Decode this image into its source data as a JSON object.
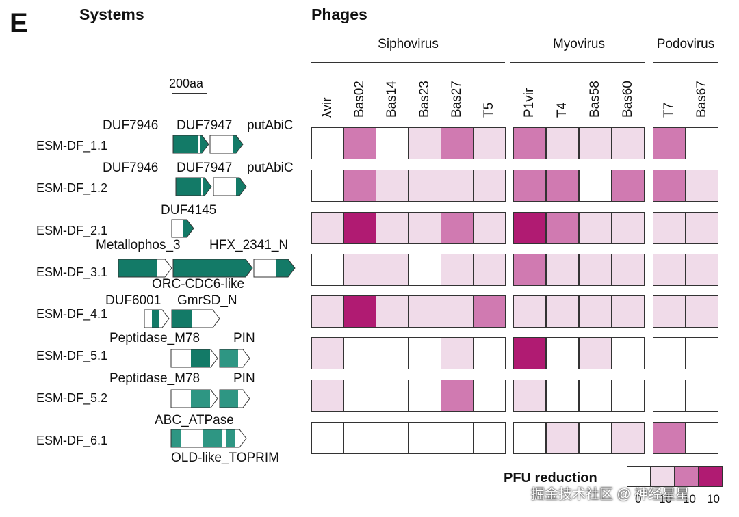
{
  "panel_letter": "E",
  "headers": {
    "systems": "Systems",
    "phages": "Phages"
  },
  "scale_label": "200aa",
  "phage_groups": [
    {
      "name": "Siphovirus",
      "phages": [
        "λvir",
        "Bas02",
        "Bas14",
        "Bas23",
        "Bas27",
        "T5"
      ]
    },
    {
      "name": "Myovirus",
      "phages": [
        "P1vir",
        "T4",
        "Bas58",
        "Bas60"
      ]
    },
    {
      "name": "Podovirus",
      "phages": [
        "T7",
        "Bas67"
      ]
    }
  ],
  "systems": [
    {
      "name": "ESM-DF_1.1",
      "labels_above": [
        "DUF7946",
        "DUF7947",
        "putAbiC"
      ],
      "labels_below": [],
      "levels": [
        0,
        2,
        0,
        1,
        2,
        1,
        2,
        1,
        1,
        1,
        2,
        0
      ]
    },
    {
      "name": "ESM-DF_1.2",
      "labels_above": [
        "DUF7946",
        "DUF7947",
        "putAbiC"
      ],
      "labels_below": [],
      "levels": [
        0,
        2,
        1,
        1,
        1,
        1,
        2,
        2,
        0,
        2,
        2,
        1
      ]
    },
    {
      "name": "ESM-DF_2.1",
      "labels_above": [
        "DUF4145"
      ],
      "labels_below": [],
      "levels": [
        1,
        3,
        1,
        1,
        2,
        1,
        3,
        2,
        1,
        1,
        1,
        1
      ]
    },
    {
      "name": "ESM-DF_3.1",
      "labels_above": [
        "Metallophos_3",
        "HFX_2341_N"
      ],
      "labels_below": [
        "ORC-CDC6-like"
      ],
      "levels": [
        0,
        1,
        1,
        0,
        1,
        1,
        2,
        1,
        1,
        1,
        1,
        1
      ]
    },
    {
      "name": "ESM-DF_4.1",
      "labels_above": [
        "DUF6001",
        "GmrSD_N"
      ],
      "labels_below": [],
      "levels": [
        1,
        3,
        1,
        1,
        1,
        2,
        1,
        1,
        1,
        1,
        1,
        1
      ]
    },
    {
      "name": "ESM-DF_5.1",
      "labels_above": [
        "Peptidase_M78",
        "PIN"
      ],
      "labels_below": [],
      "levels": [
        1,
        0,
        0,
        0,
        1,
        0,
        3,
        0,
        1,
        0,
        0,
        0
      ]
    },
    {
      "name": "ESM-DF_5.2",
      "labels_above": [
        "Peptidase_M78",
        "PIN"
      ],
      "labels_below": [],
      "levels": [
        1,
        0,
        0,
        0,
        2,
        0,
        1,
        0,
        0,
        0,
        0,
        0
      ]
    },
    {
      "name": "ESM-DF_6.1",
      "labels_above": [
        "ABC_ATPase"
      ],
      "labels_below": [
        "OLD-like_TOPRIM"
      ],
      "levels": [
        0,
        0,
        0,
        0,
        0,
        0,
        0,
        1,
        0,
        1,
        2,
        0
      ]
    }
  ],
  "legend": {
    "title": "PFU reduction",
    "ticks": [
      "0",
      "10",
      "10",
      "10"
    ],
    "colors": [
      "#ffffff",
      "#f0dbe9",
      "#d07ab1",
      "#b01b72"
    ]
  },
  "colors": {
    "gene_dark": "#137a67",
    "gene_mid": "#2e9683",
    "gene_empty": "#ffffff",
    "line": "#333333"
  },
  "watermark": "掘金技术社区 @ 神经星星"
}
